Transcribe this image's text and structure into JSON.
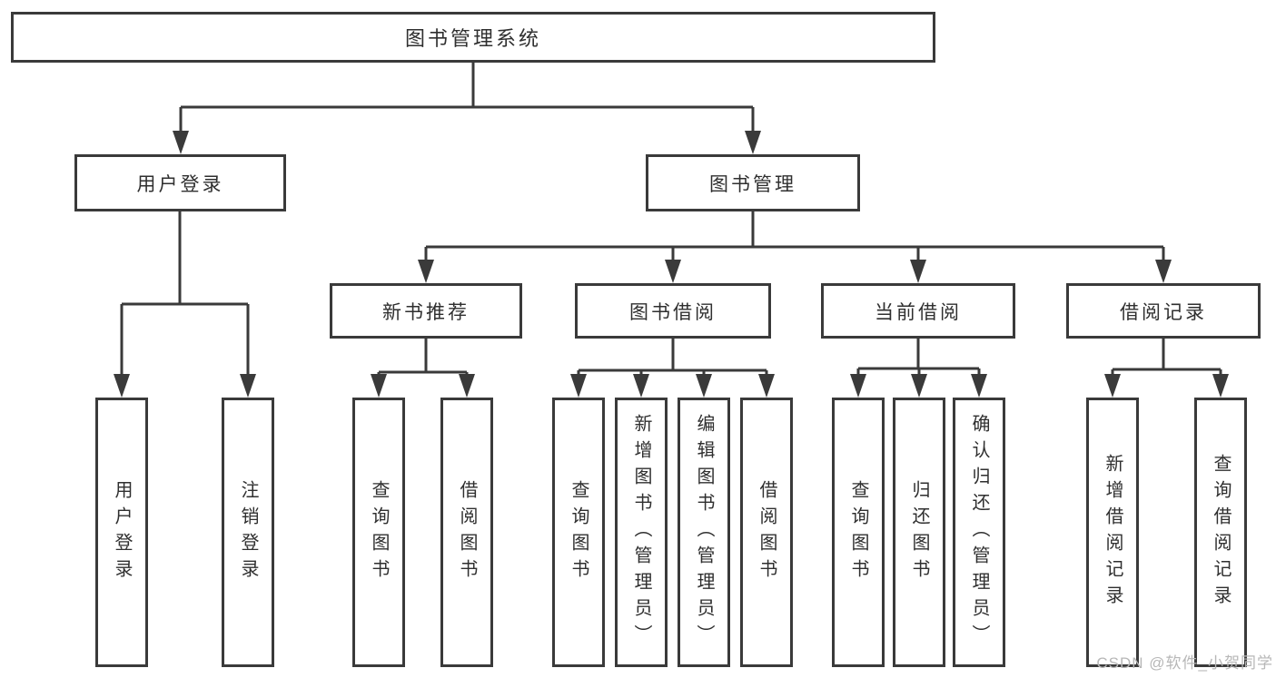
{
  "diagram": {
    "root": {
      "label": "图书管理系统"
    },
    "l2": [
      {
        "label": "用户登录",
        "parent": "图书管理系统"
      },
      {
        "label": "图书管理",
        "parent": "图书管理系统"
      }
    ],
    "l3": [
      {
        "label": "新书推荐",
        "parent": "图书管理"
      },
      {
        "label": "图书借阅",
        "parent": "图书管理"
      },
      {
        "label": "当前借阅",
        "parent": "图书管理"
      },
      {
        "label": "借阅记录",
        "parent": "图书管理"
      }
    ],
    "l4": [
      {
        "label": "用户登录",
        "parent": "用户登录"
      },
      {
        "label": "注销登录",
        "parent": "用户登录"
      },
      {
        "label": "查询图书",
        "parent": "新书推荐"
      },
      {
        "label": "借阅图书",
        "parent": "新书推荐"
      },
      {
        "label": "查询图书",
        "parent": "图书借阅"
      },
      {
        "label": "新增图书（管理员）",
        "parent": "图书借阅"
      },
      {
        "label": "编辑图书（管理员）",
        "parent": "图书借阅"
      },
      {
        "label": "借阅图书",
        "parent": "图书借阅"
      },
      {
        "label": "查询图书",
        "parent": "当前借阅"
      },
      {
        "label": "归还图书",
        "parent": "当前借阅"
      },
      {
        "label": "确认归还（管理员）",
        "parent": "当前借阅"
      },
      {
        "label": "新增借阅记录",
        "parent": "借阅记录"
      },
      {
        "label": "查询借阅记录",
        "parent": "借阅记录"
      }
    ]
  },
  "watermark": {
    "text": "CSDN @软件_小贺同学"
  },
  "colors": {
    "line": "#3a3a3a",
    "text": "#2f2f2f",
    "background": "#ffffff",
    "watermark": "#b7b7b7"
  }
}
